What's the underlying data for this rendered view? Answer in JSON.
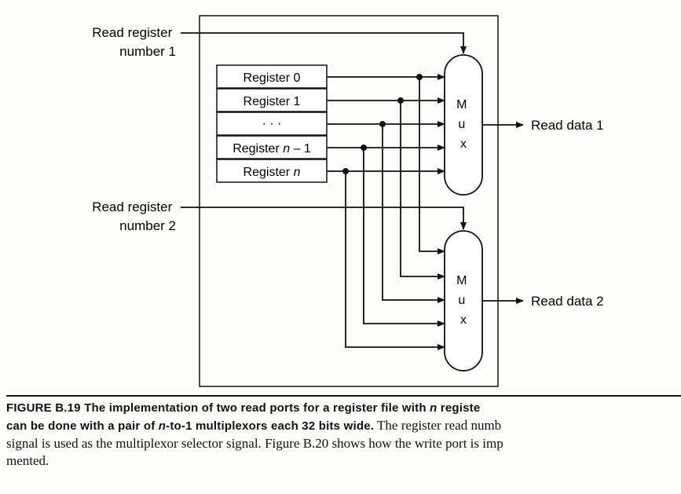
{
  "diagram": {
    "inputs": {
      "read_register_1": [
        "Read register",
        "number 1"
      ],
      "read_register_2": [
        "Read register",
        "number 2"
      ]
    },
    "registers": [
      {
        "prefix": "Register 0",
        "italic": "",
        "suffix": ""
      },
      {
        "prefix": "Register 1",
        "italic": "",
        "suffix": ""
      },
      {
        "prefix": "· · ·",
        "italic": "",
        "suffix": ""
      },
      {
        "prefix": "Register ",
        "italic": "n",
        "suffix": " – 1"
      },
      {
        "prefix": "Register ",
        "italic": "n",
        "suffix": ""
      }
    ],
    "mux_letters": [
      "M",
      "u",
      "x"
    ],
    "outputs": {
      "read_data_1": "Read data 1",
      "read_data_2": "Read data 2"
    }
  },
  "caption": {
    "line1": [
      {
        "text": "FIGURE B.19",
        "style": "bold"
      },
      {
        "text": "   The implementation of two read ports for a register file with ",
        "style": "bold"
      },
      {
        "text": "n",
        "style": "bold-italic"
      },
      {
        "text": " registe",
        "style": "bold"
      }
    ],
    "line2": [
      {
        "text": "can be done with a pair of ",
        "style": "bold"
      },
      {
        "text": "n",
        "style": "bold-italic"
      },
      {
        "text": "-to-1 multiplexors each 32 bits wide.",
        "style": "bold"
      },
      {
        "text": " The register read numb",
        "style": "serif"
      }
    ],
    "line3": "signal is used as the multiplexor selector signal. Figure B.20 shows how the write port is imp",
    "line4": "mented."
  }
}
